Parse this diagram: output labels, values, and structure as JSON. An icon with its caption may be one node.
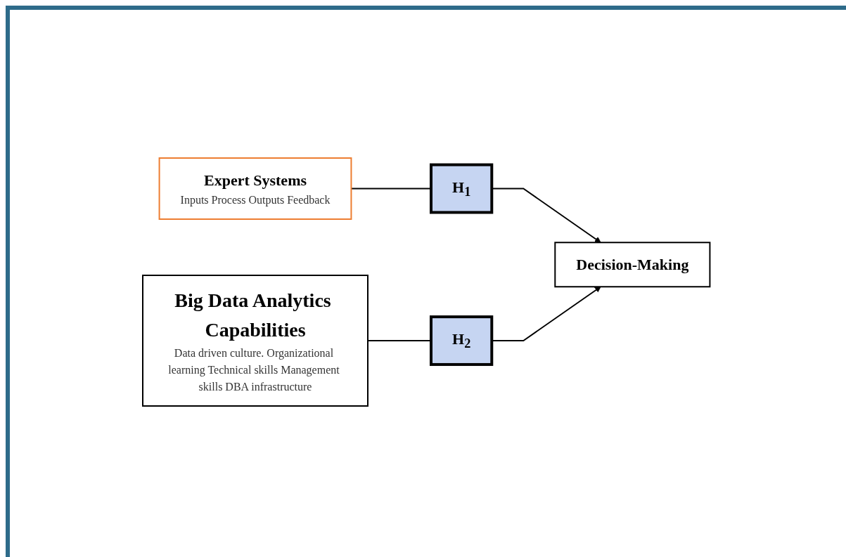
{
  "diagram": {
    "nodes": [
      {
        "text": [
          "Expert Systems",
          "Inputs Process Outputs Feedback"
        ]
      },
      {
        "text": [
          "H$_{1}$"
        ]
      },
      {
        "text": [
          "Decision-Making"
        ]
      },
      {
        "text": [
          "Big Data Analytics Capabilities",
          "Data driven culture. Organizational learning Technical skills Management skills DBA infrastructure"
        ]
      },
      {
        "text": [
          "H$_{2}$"
        ]
      }
    ],
    "edges": [
      {
        "from": 0,
        "to": 1,
        "arrow": "none"
      },
      {
        "from": 1,
        "to": 2,
        "arrow": "to"
      },
      {
        "from": 3,
        "to": 4,
        "arrow": "none"
      },
      {
        "from": 4,
        "to": 2,
        "arrow": "to"
      }
    ]
  }
}
